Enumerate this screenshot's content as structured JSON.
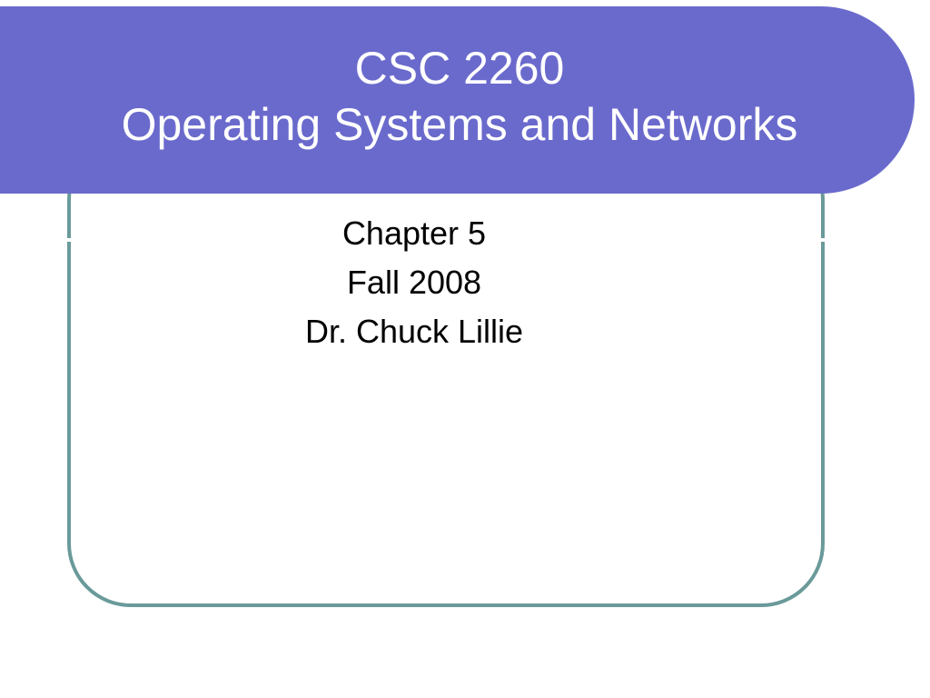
{
  "slide": {
    "title": {
      "line1": "CSC 2260",
      "line2": "Operating Systems and Networks"
    },
    "subtitle": {
      "line1": "Chapter 5",
      "line2": "Fall 2008",
      "line3": "Dr. Chuck Lillie"
    }
  },
  "colors": {
    "banner": "#6a6acd",
    "frame": "#6a9a9a",
    "title_text": "#ffffff",
    "body_text": "#000000"
  }
}
